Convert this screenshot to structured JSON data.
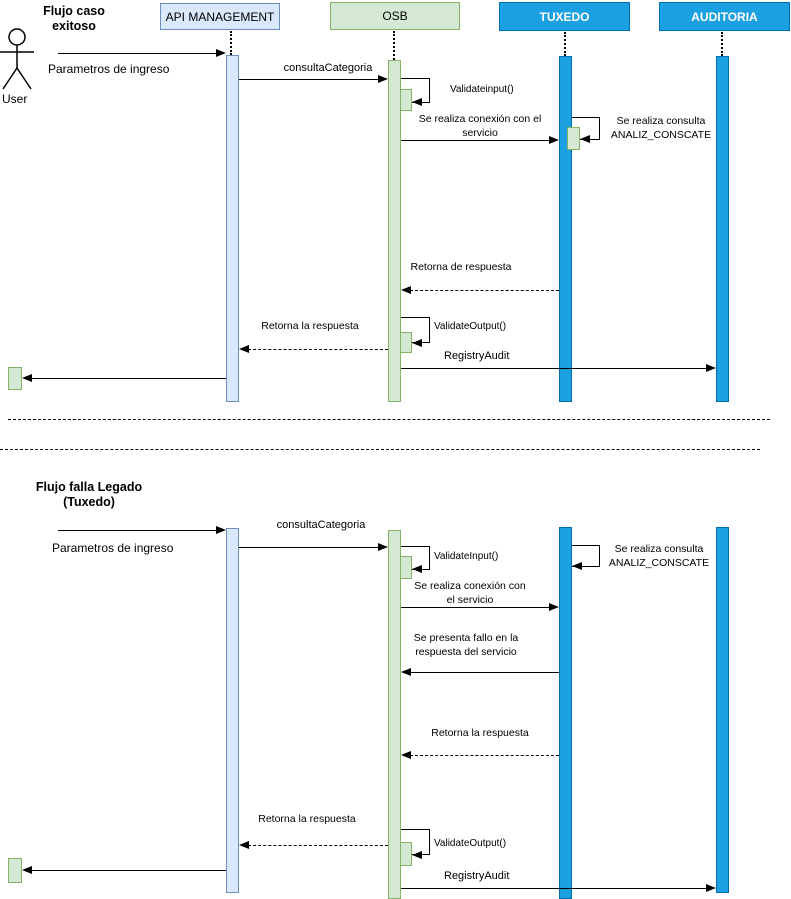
{
  "actors": {
    "user_label": "User",
    "api": "API MANAGEMENT",
    "osb": "OSB",
    "tuxedo": "TUXEDO",
    "auditoria": "AUDITORIA"
  },
  "colors": {
    "api_fill": "#dae8fc",
    "api_border": "#6c8ebf",
    "osb_fill": "#d5e8d4",
    "osb_border": "#82b366",
    "legacy_fill": "#1ba1e2",
    "legacy_border": "#006eaf"
  },
  "flow1": {
    "title_line1": "Flujo caso",
    "title_line2": "exitoso",
    "msg_parametros": "Parametros de ingreso",
    "msg_consulta_categoria": "consultaCategoria",
    "msg_validate_input": "Validateinput()",
    "msg_conexion": "Se realiza conexión con el servicio",
    "msg_consulta_tuxedo_l1": "Se realiza consulta",
    "msg_consulta_tuxedo_l2": "ANALIZ_CONSCATE",
    "msg_retorna_respuesta": "Retorna de respuesta",
    "msg_validate_output": "ValidateOutput()",
    "msg_retorna_la_respuesta": "Retorna la respuesta",
    "msg_registry_audit": "RegistryAudit"
  },
  "flow2": {
    "title_line1": "Flujo falla Legado",
    "title_line2": "(Tuxedo)",
    "msg_parametros": "Parametros de ingreso",
    "msg_consulta_categoria": "consultaCategoria",
    "msg_validate_input": "ValidateInput()",
    "msg_consulta_tuxedo_l1": "Se realiza consulta",
    "msg_consulta_tuxedo_l2": "ANALIZ_CONSCATE",
    "msg_conexion": "Se realiza conexión con el servicio",
    "msg_fallo": "Se presenta fallo en la respuesta del servicio",
    "msg_retorna_tuxedo": "Retorna la respuesta",
    "msg_retorna_api": "Retorna la respuesta",
    "msg_validate_output": "ValidateOutput()",
    "msg_registry_audit": "RegistryAudit"
  }
}
